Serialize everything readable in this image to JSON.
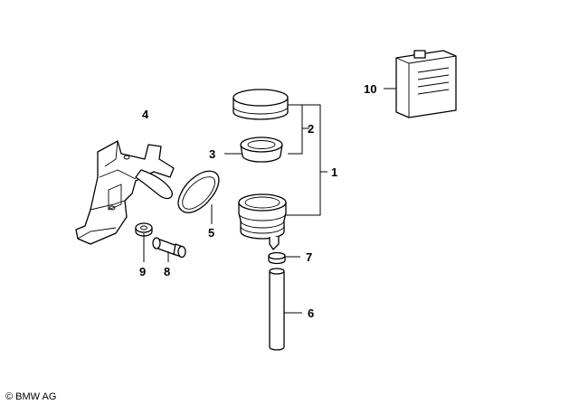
{
  "callouts": {
    "c1": "1",
    "c2": "2",
    "c3": "3",
    "c4": "4",
    "c5": "5",
    "c6": "6",
    "c7": "7",
    "c8": "8",
    "c9": "9",
    "c10": "10"
  },
  "copyright": "© BMW AG"
}
